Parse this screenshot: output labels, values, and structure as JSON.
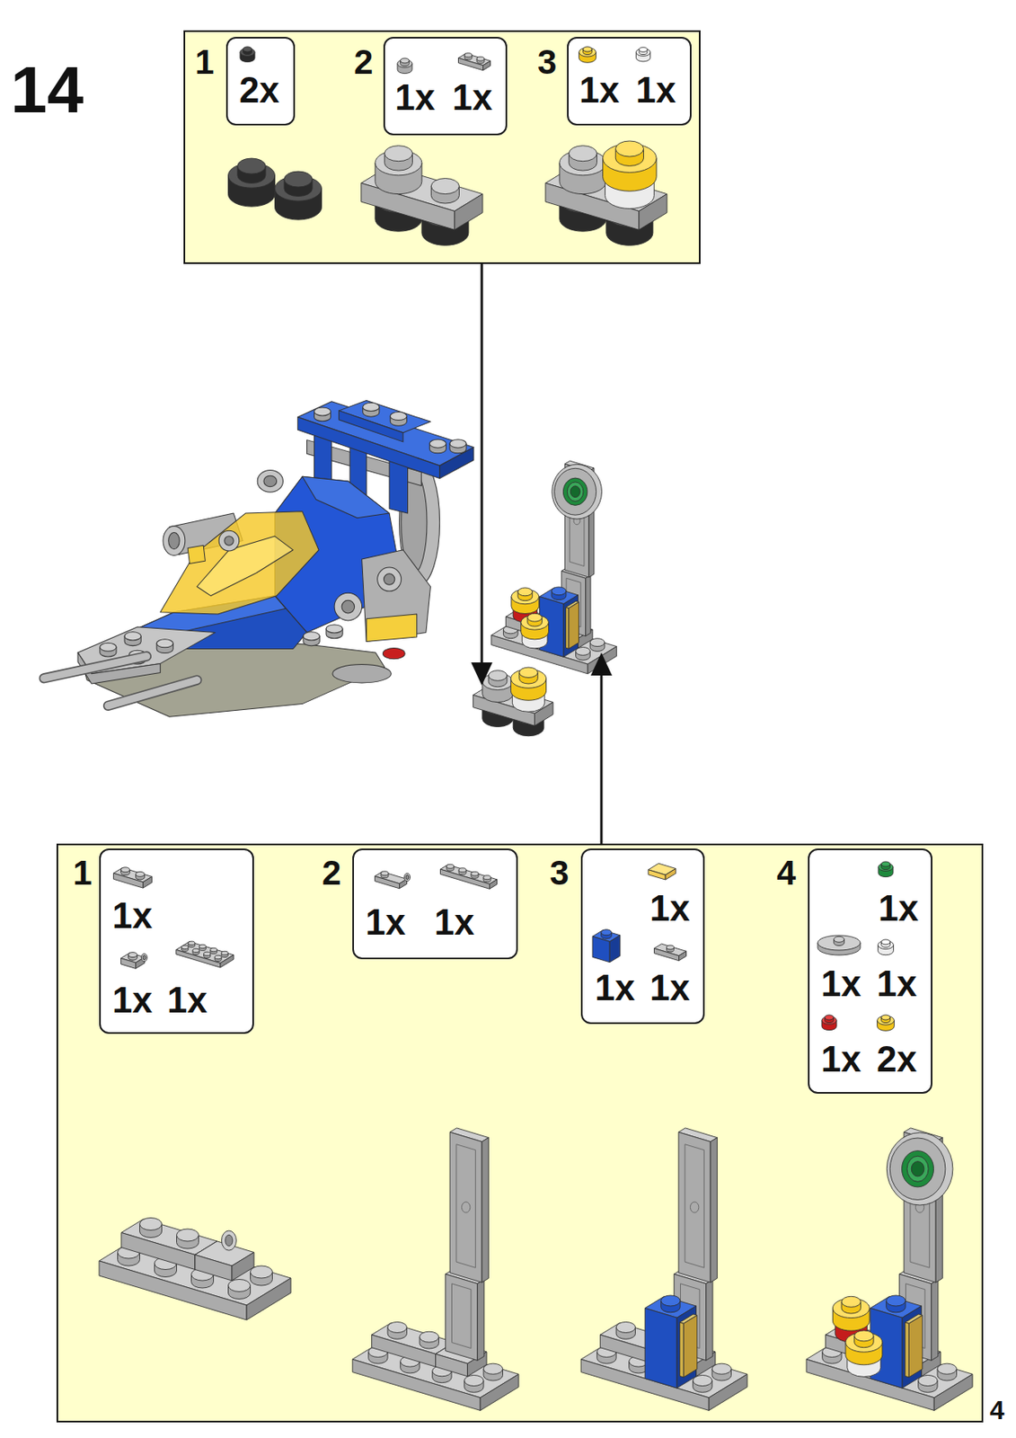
{
  "diagram": {
    "nodes": [
      {
        "text": [
          "1",
          "2",
          "3"
        ]
      },
      {
        "text": [
          "2x"
        ],
        "in": 0
      },
      {
        "text": [
          "1x",
          "1x"
        ],
        "in": 0
      },
      {
        "text": [
          "1x",
          "1x"
        ],
        "in": 0
      },
      {
        "text": [
          "1",
          "2",
          "3",
          "4"
        ]
      },
      {
        "text": [
          "1x",
          "1x",
          "1x"
        ],
        "in": 4
      },
      {
        "text": [
          "1x",
          "1x"
        ],
        "in": 4
      },
      {
        "text": [
          "1x",
          "1x",
          "1x"
        ],
        "in": 4
      },
      {
        "text": [
          "1x",
          "1x",
          "1x",
          "1x",
          "2x"
        ],
        "in": 4
      }
    ],
    "labels": [
      "14",
      "4"
    ]
  }
}
